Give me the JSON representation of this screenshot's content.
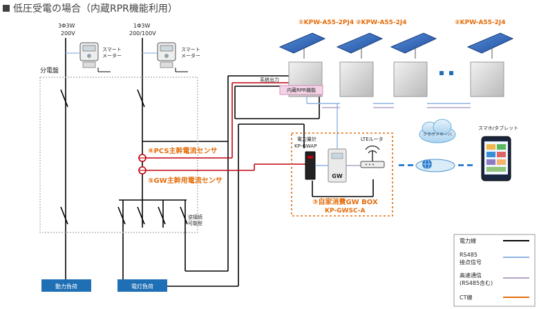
{
  "title": "低圧受電の場合（内蔵RPR機能利用）",
  "supply": {
    "three_phase_label": "3Φ3W",
    "three_phase_voltage": "200V",
    "single_phase_label": "1Φ3W",
    "single_phase_voltage": "200/100V"
  },
  "smart_meter_label": [
    "スマート",
    "メーター"
  ],
  "panel_label": "分電盤",
  "pcs_units": [
    {
      "label": "①KPW-A55-2PJ4"
    },
    {
      "label": "②KPW-A55-2J4"
    },
    {
      "label": ""
    },
    {
      "label": "②KPW-A55-2J4"
    }
  ],
  "grid_tie_label": "系統出力",
  "internal_rpr_label": "内蔵RPR機能",
  "pcs_sensor_label": "④PCS主幹電流センサ",
  "gw_sensor_label": "⑤GW主幹用電流センサ",
  "power_meter_label": [
    "電力量計",
    "KP-GWAP"
  ],
  "lte_router_label": "LTEルータ",
  "gw_label": "GW",
  "gw_box_label": "③自家消費GW BOX",
  "gw_box_model": "KP-GWSC-A",
  "cloud_label": "クラウドサーバ",
  "smartphone_label": "スマホ/タブレット",
  "reverse_breaker_label": [
    "逆接続",
    "可能型"
  ],
  "loads": [
    "動力負荷",
    "電灯負荷"
  ],
  "legend": [
    {
      "label": "電力線",
      "color": "#000000"
    },
    {
      "label": "RS485\n接点信号",
      "color": "#8eb4e3"
    },
    {
      "label": "高速通信\n(RS485含む)",
      "color": "#b3a2c7"
    },
    {
      "label": "CT線",
      "color": "#e36c09"
    }
  ],
  "colors": {
    "orange": "#e46c0a",
    "red": "#c0000e",
    "blue_line": "#8eb4e3",
    "purple_line": "#b3a2c7",
    "load_box": "#1f6fb5",
    "solar": "#2a63b8"
  }
}
